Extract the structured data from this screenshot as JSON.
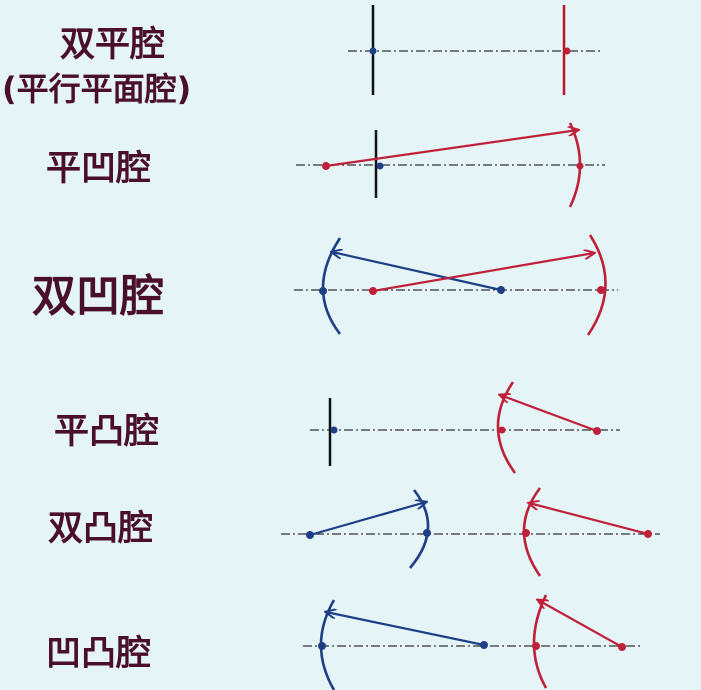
{
  "labels": {
    "plane_plane": "双平腔",
    "plane_plane_note": "(平行平面腔)",
    "plane_concave": "平凹腔",
    "concave_concave": "双凹腔",
    "plane_convex": "平凸腔",
    "convex_convex": "双凸腔",
    "concave_convex": "凹凸腔"
  },
  "colors": {
    "background": "#e4f4f7",
    "label_text": "#4a0f2a",
    "red": "#c0203a",
    "blue": "#1e3f86",
    "flat_mirror": "#111111"
  }
}
